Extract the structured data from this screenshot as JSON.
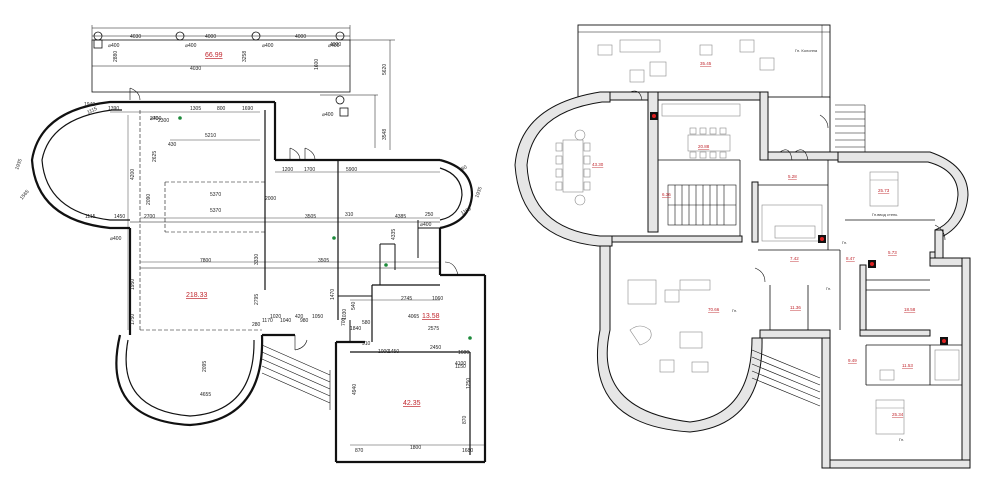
{
  "left_plan": {
    "areas": [
      "66.99",
      "218.33",
      "13.58",
      "42.35"
    ],
    "dims": [
      "4030",
      "4000",
      "4030",
      "4000",
      "4000",
      "5620",
      "2880",
      "3258",
      "1600",
      "3548",
      "1940",
      "1390",
      "1115",
      "1305",
      "800",
      "1690",
      "270",
      "2300",
      "430",
      "5210",
      "2625",
      "4200",
      "1200",
      "1700",
      "5900",
      "2000",
      "5370",
      "5370",
      "1935",
      "1565",
      "1115",
      "1450",
      "2700",
      "2090",
      "3505",
      "4385",
      "310",
      "250",
      "780",
      "1935",
      "1160",
      "7800",
      "3330",
      "3505",
      "4335",
      "2745",
      "1060",
      "1470",
      "1950",
      "2795",
      "1050",
      "1750",
      "280",
      "1170",
      "1040",
      "980",
      "1020",
      "420",
      "700",
      "580",
      "910",
      "1000",
      "1450",
      "2450",
      "1600",
      "4100",
      "2575",
      "4065",
      "2095",
      "4655",
      "4940",
      "1800",
      "870",
      "870",
      "1680",
      "1250",
      "1150",
      "540",
      "1840",
      "1030",
      "1580"
    ],
    "diameters": [
      "⌀400",
      "⌀400",
      "⌀400",
      "⌀400",
      "⌀400",
      "⌀400",
      "⌀400",
      "⌀400"
    ]
  },
  "right_plan": {
    "areas": [
      "35.45",
      "43.30",
      "20.88",
      "6.36",
      "5.28",
      "25.73",
      "7.42",
      "8.47",
      "5.73",
      "70.66",
      "11.36",
      "18.58",
      "9.49",
      "11.53",
      "25.34"
    ],
    "labels": [
      "Гн. Колонна",
      "Гн.",
      "Гн.ввод стенк.",
      "Гн.",
      "Гн.",
      "Гн."
    ]
  }
}
